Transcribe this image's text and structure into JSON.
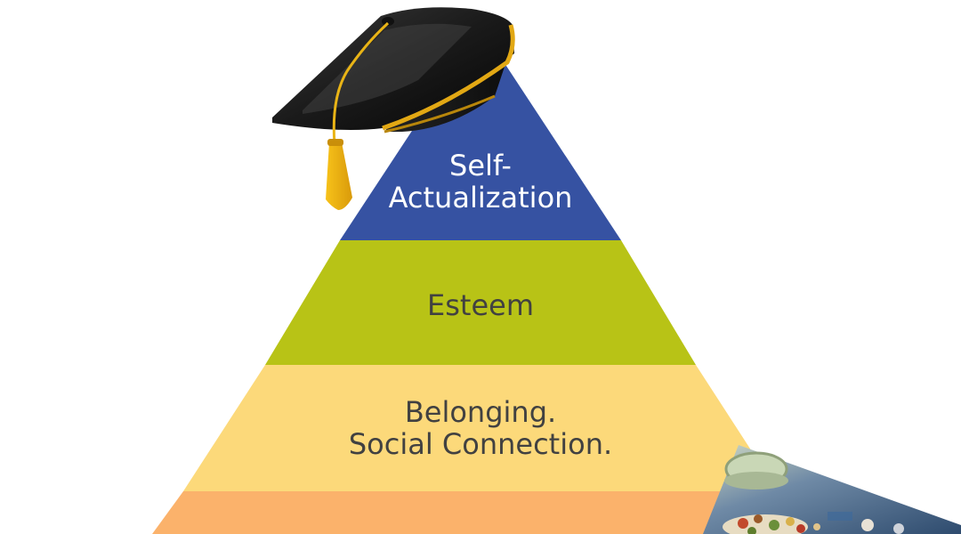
{
  "levels": [
    {
      "lines": [
        "Self-",
        "Actualization"
      ],
      "color": "#3652a2",
      "text_color": "#ffffff"
    },
    {
      "lines": [
        "Esteem"
      ],
      "color": "#b8c316",
      "text_color": "#414141"
    },
    {
      "lines": [
        "Belonging.",
        "Social Connection."
      ],
      "color": "#fcd97a",
      "text_color": "#414141"
    },
    {
      "lines": [],
      "color": "#fbb26b"
    }
  ],
  "decorations": {
    "cap_icon": "graduation-cap-icon",
    "food_photo_icon": "food-plate-photo-icon"
  }
}
